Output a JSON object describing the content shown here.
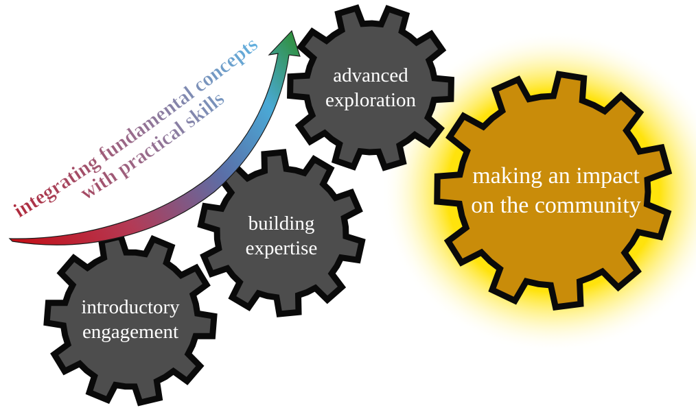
{
  "arrow": {
    "line1": "integrating fundamental concepts",
    "line2": "with practical skills"
  },
  "gears": {
    "introductory": {
      "line1": "introductory",
      "line2": "engagement"
    },
    "building": {
      "line1": "building",
      "line2": "expertise"
    },
    "advanced": {
      "line1": "advanced",
      "line2": "exploration"
    },
    "impact": {
      "line1": "making an impact",
      "line2": "on the community"
    }
  },
  "colors": {
    "gear_fill": "#4d4d4d",
    "gear_outline": "#0a0a0a",
    "impact_fill": "#c98c0a",
    "glow": "#ffe600",
    "arrow_start": "#c40f17",
    "arrow_end": "#2f8f3a",
    "text_gradient_start": "#b0283a",
    "text_gradient_end": "#5ab7e8"
  }
}
